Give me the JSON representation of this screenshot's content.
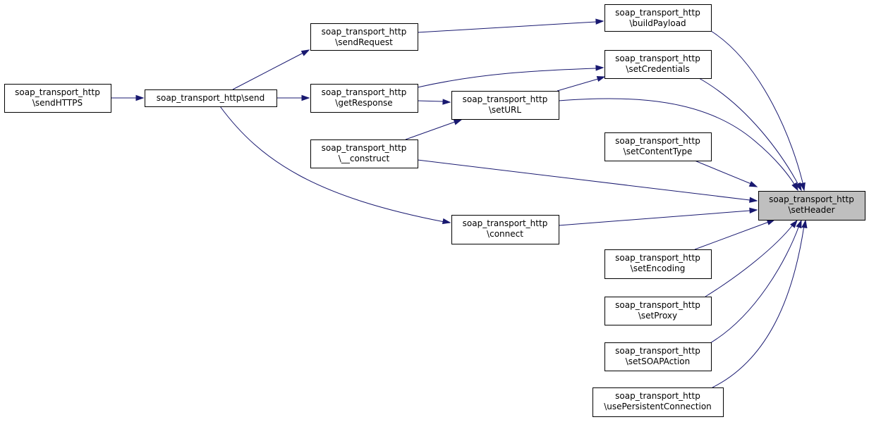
{
  "nodes": {
    "setHeader": {
      "line1": "soap_transport_http",
      "line2": "\\setHeader",
      "focus": true
    },
    "buildPayload": {
      "line1": "soap_transport_http",
      "line2": "\\buildPayload"
    },
    "setCredentials": {
      "line1": "soap_transport_http",
      "line2": "\\setCredentials"
    },
    "setURL": {
      "line1": "soap_transport_http",
      "line2": "\\setURL"
    },
    "setContentType": {
      "line1": "soap_transport_http",
      "line2": "\\setContentType"
    },
    "connect": {
      "line1": "soap_transport_http",
      "line2": "\\connect"
    },
    "setEncoding": {
      "line1": "soap_transport_http",
      "line2": "\\setEncoding"
    },
    "setProxy": {
      "line1": "soap_transport_http",
      "line2": "\\setProxy"
    },
    "setSOAPAction": {
      "line1": "soap_transport_http",
      "line2": "\\setSOAPAction"
    },
    "usePersistentConnection": {
      "line1": "soap_transport_http",
      "line2": "\\usePersistentConnection"
    },
    "sendRequest": {
      "line1": "soap_transport_http",
      "line2": "\\sendRequest"
    },
    "getResponse": {
      "line1": "soap_transport_http",
      "line2": "\\getResponse"
    },
    "construct": {
      "line1": "soap_transport_http",
      "line2": "\\__construct"
    },
    "send": {
      "line1": "soap_transport_http\\send",
      "line2": ""
    },
    "sendHTTPS": {
      "line1": "soap_transport_http",
      "line2": "\\sendHTTPS"
    }
  },
  "edges": [
    {
      "from": "buildPayload",
      "to": "setHeader"
    },
    {
      "from": "setCredentials",
      "to": "setHeader"
    },
    {
      "from": "setURL",
      "to": "setHeader"
    },
    {
      "from": "setContentType",
      "to": "setHeader"
    },
    {
      "from": "construct",
      "to": "setHeader"
    },
    {
      "from": "connect",
      "to": "setHeader"
    },
    {
      "from": "setEncoding",
      "to": "setHeader"
    },
    {
      "from": "setProxy",
      "to": "setHeader"
    },
    {
      "from": "setSOAPAction",
      "to": "setHeader"
    },
    {
      "from": "usePersistentConnection",
      "to": "setHeader"
    },
    {
      "from": "sendRequest",
      "to": "buildPayload"
    },
    {
      "from": "getResponse",
      "to": "setCredentials"
    },
    {
      "from": "setURL",
      "to": "setCredentials"
    },
    {
      "from": "getResponse",
      "to": "setURL"
    },
    {
      "from": "construct",
      "to": "setURL"
    },
    {
      "from": "send",
      "to": "sendRequest"
    },
    {
      "from": "send",
      "to": "getResponse"
    },
    {
      "from": "send",
      "to": "connect"
    },
    {
      "from": "sendHTTPS",
      "to": "send"
    }
  ],
  "colors": {
    "edge": "#191970",
    "focus_fill": "#bfbfbf",
    "node_border": "#000000"
  }
}
